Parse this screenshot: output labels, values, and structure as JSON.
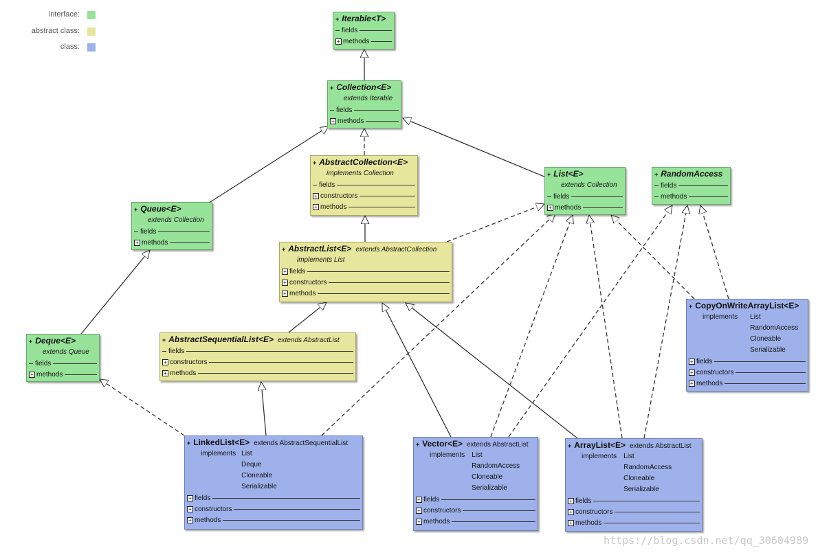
{
  "legend": [
    {
      "label": "interface:",
      "color": "#98e39a"
    },
    {
      "label": "abstract class:",
      "color": "#e7e69d"
    },
    {
      "label": "class:",
      "color": "#9fb1ea"
    }
  ],
  "section_labels": {
    "fields": "fields",
    "constructors": "constructors",
    "methods": "methods"
  },
  "boxes": {
    "iterable": {
      "plus": "+",
      "name": "Iterable<T>"
    },
    "collection": {
      "plus": "+",
      "name": "Collection<E>",
      "sub": "extends  Iterable"
    },
    "abstract_collection": {
      "plus": "+",
      "name": "AbstractCollection<E>",
      "sub": "implements  Collection"
    },
    "list": {
      "plus": "+",
      "name": "List<E>",
      "sub": "extends  Collection"
    },
    "random_access": {
      "plus": "+",
      "name": "RandomAccess"
    },
    "queue": {
      "plus": "+",
      "name": "Queue<E>",
      "sub": "extends  Collection"
    },
    "abstract_list": {
      "plus": "+",
      "name": "AbstractList<E>",
      "ext": "extends AbstractCollection",
      "sub": "implements  List"
    },
    "deque": {
      "plus": "+",
      "name": "Deque<E>",
      "sub": "extends  Queue"
    },
    "abstract_sequential_list": {
      "plus": "+",
      "name": "AbstractSequentialList<E>",
      "ext": "extends AbstractList"
    },
    "copy_on_write_array_list": {
      "plus": "+",
      "name": "CopyOnWriteArrayList<E>",
      "impl_label": "implements",
      "impl": [
        "List",
        "RandomAccess",
        "Cloneable",
        "Serializable"
      ]
    },
    "linked_list": {
      "plus": "+",
      "name": "LinkedList<E>",
      "ext": "extends AbstractSequentialList",
      "impl_label": "implements",
      "impl": [
        "List",
        "Deque",
        "Cloneable",
        "Serializable"
      ]
    },
    "vector": {
      "plus": "+",
      "name": "Vector<E>",
      "ext": "extends AbstractList",
      "impl_label": "implements",
      "impl": [
        "List",
        "RandomAccess",
        "Cloneable",
        "Serializable"
      ]
    },
    "array_list": {
      "plus": "+",
      "name": "ArrayList<E>",
      "ext": "extends AbstractList",
      "impl_label": "implements",
      "impl": [
        "List",
        "RandomAccess",
        "Cloneable",
        "Serializable"
      ]
    }
  },
  "watermark": "https://blog.csdn.net/qq_30604989"
}
